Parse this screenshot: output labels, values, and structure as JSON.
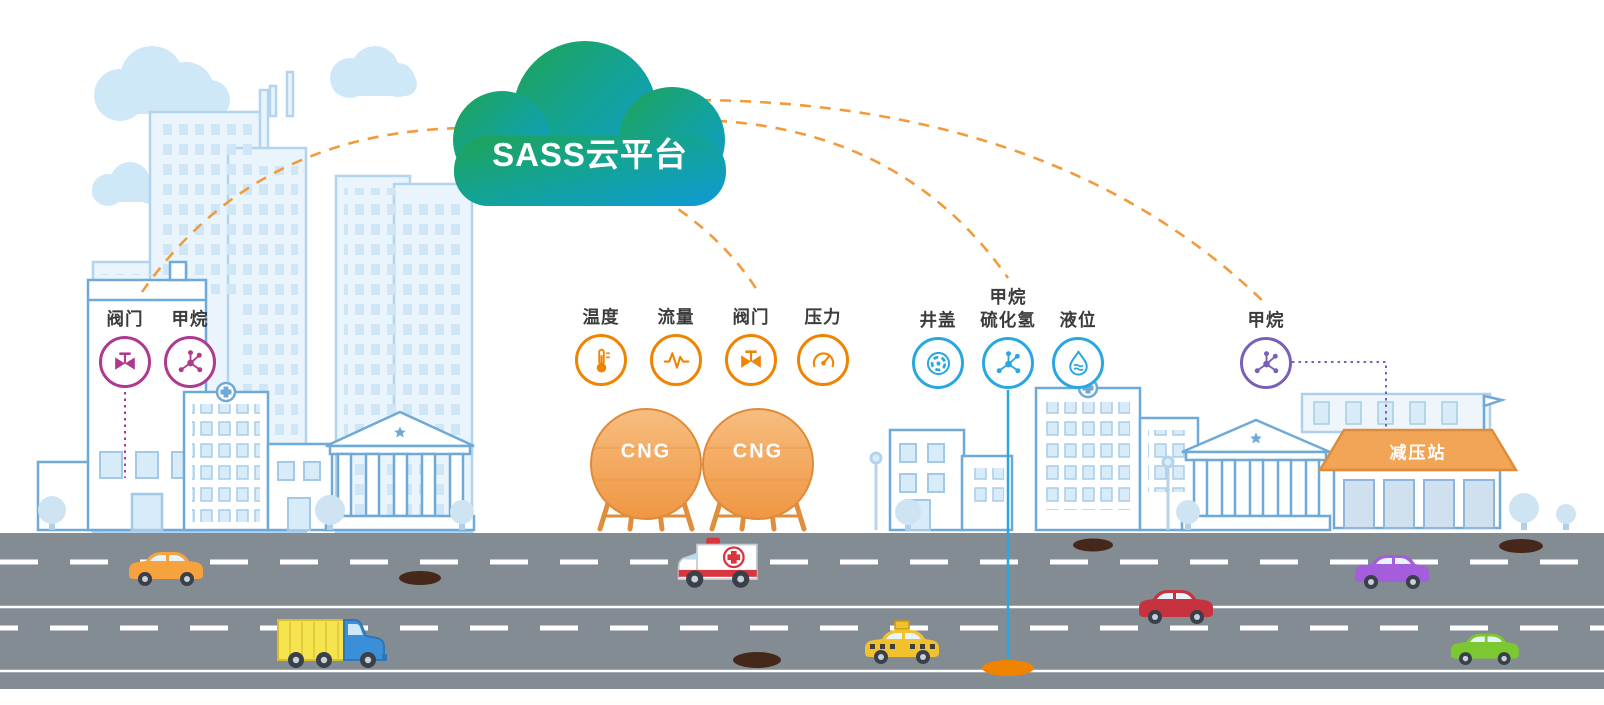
{
  "diagram": {
    "cloud_label": "SASS云平台",
    "cng_label": "CNG",
    "station_label": "减压站"
  },
  "sensor_groups": [
    {
      "name": "city-pipeline",
      "color": "#b0388f",
      "items": [
        {
          "label": "阀门",
          "icon": "valve-icon"
        },
        {
          "label": "甲烷",
          "icon": "methane-icon"
        }
      ]
    },
    {
      "name": "cng-storage",
      "color": "#f08300",
      "items": [
        {
          "label": "温度",
          "icon": "temperature-icon"
        },
        {
          "label": "流量",
          "icon": "flow-icon"
        },
        {
          "label": "阀门",
          "icon": "valve-icon"
        },
        {
          "label": "压力",
          "icon": "pressure-icon"
        }
      ]
    },
    {
      "name": "manhole-monitoring",
      "color": "#2aa7e1",
      "items": [
        {
          "label": "井盖",
          "icon": "manhole-cover-icon"
        },
        {
          "label": "甲烷\n硫化氢",
          "icon": "methane-icon"
        },
        {
          "label": "液位",
          "icon": "liquid-level-icon"
        }
      ]
    },
    {
      "name": "pressure-reduction-station",
      "color": "#7a5fb8",
      "items": [
        {
          "label": "甲烷",
          "icon": "methane-icon"
        }
      ]
    }
  ],
  "palette": {
    "connector_dashed": "#f29b3c",
    "group_city": "#b0388f",
    "group_cng": "#f08300",
    "group_manhole": "#2aa7e1",
    "group_station": "#7a5fb8",
    "cloud_gradient_start": "#1fa355",
    "cloud_gradient_end": "#0e9ad6",
    "cng_tank": "#f3a85c",
    "station_roof": "#f3a557",
    "road": "#838b93",
    "manhole_spot": "#46281a",
    "underground_marker": "#f08300"
  }
}
